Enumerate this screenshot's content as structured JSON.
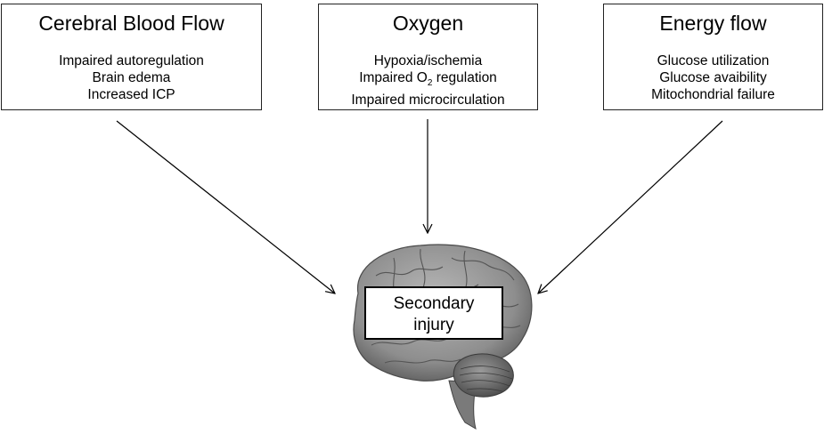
{
  "boxes": {
    "cerebral_blood_flow": {
      "title": "Cerebral Blood Flow",
      "items": [
        "Impaired autoregulation",
        "Brain edema",
        "Increased ICP"
      ]
    },
    "oxygen": {
      "title": "Oxygen",
      "items": [
        "Hypoxia/ischemia",
        "Impaired O",
        "2",
        " regulation",
        "Impaired microcirculation"
      ]
    },
    "energy_flow": {
      "title": "Energy flow",
      "items": [
        "Glucose utilization",
        "Glucose avaibility",
        "Mitochondrial failure"
      ]
    }
  },
  "center": {
    "line1": "Secondary",
    "line2": "injury"
  }
}
